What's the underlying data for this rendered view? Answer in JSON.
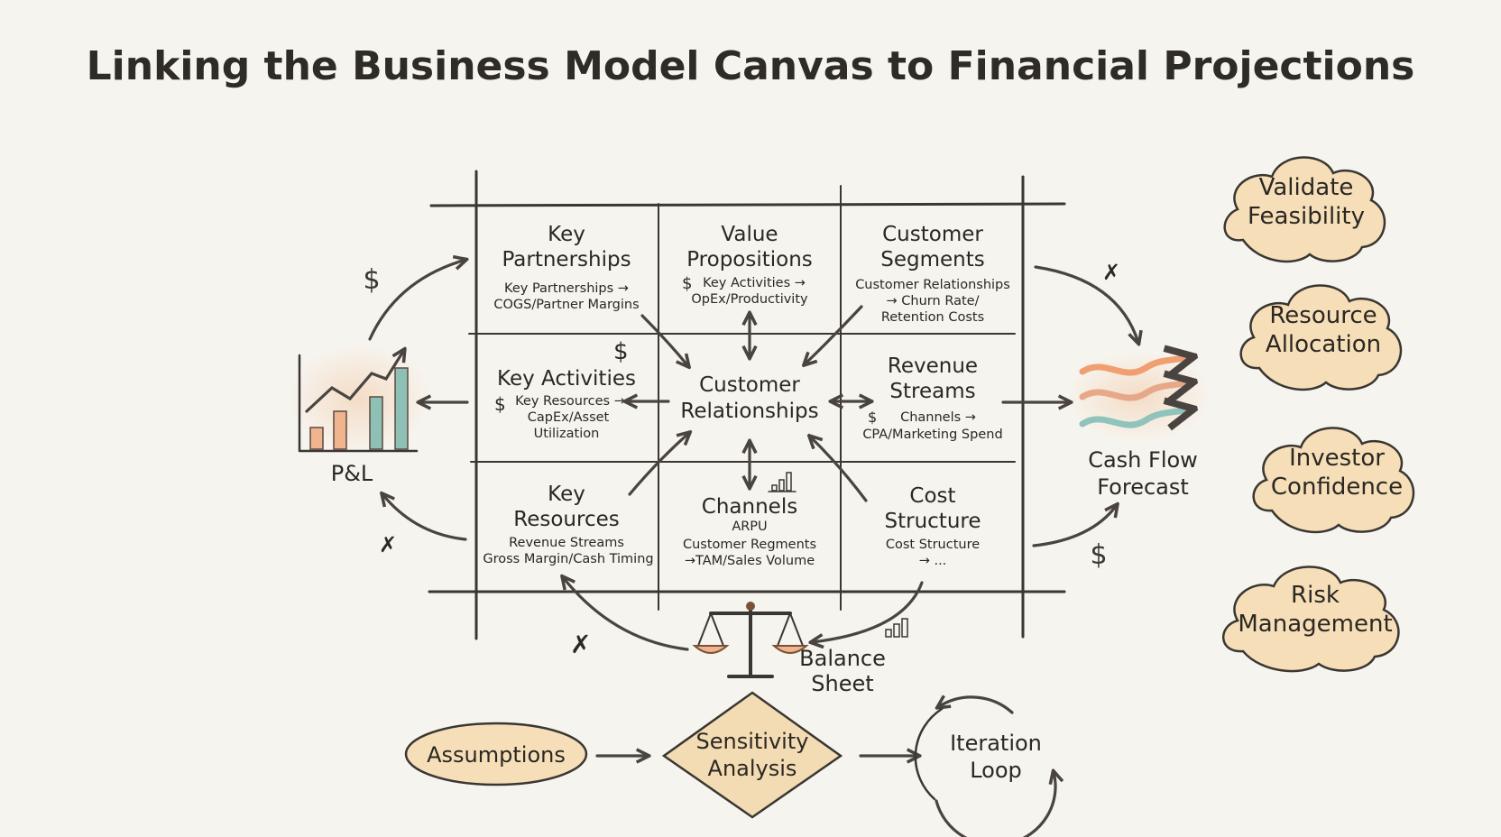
{
  "title": "Linking the Business Model Canvas to Financial Projections",
  "canvas": {
    "key_partnerships": {
      "title_1": "Key",
      "title_2": "Partnerships",
      "sub_1": "Key Partnerships →",
      "sub_2": "COGS/Partner Margins"
    },
    "value_propositions": {
      "title_1": "Value",
      "title_2": "Propositions",
      "sub_1": "Key Activities →",
      "sub_2": "OpEx/Productivity"
    },
    "customer_segments": {
      "title_1": "Customer",
      "title_2": "Segments",
      "sub_1": "Customer Relationships",
      "sub_2": "→ Churn Rate/",
      "sub_3": "Retention Costs"
    },
    "key_activities": {
      "title_1": "Key Activities",
      "sub_1": "Key Resources →",
      "sub_2": "CapEx/Asset",
      "sub_3": "Utilization"
    },
    "customer_relationships": {
      "title_1": "Customer",
      "title_2": "Relationships"
    },
    "revenue_streams": {
      "title_1": "Revenue",
      "title_2": "Streams",
      "sub_1": "Channels →",
      "sub_2": "CPA/Marketing Spend"
    },
    "key_resources": {
      "title_1": "Key",
      "title_2": "Resources",
      "sub_1": "Revenue Streams",
      "sub_2": "Gross Margin/Cash Timing"
    },
    "channels": {
      "title_1": "Channels",
      "sub_0": "ARPU",
      "sub_1": "Customer Regments",
      "sub_2": "→TAM/Sales Volume"
    },
    "cost_structure": {
      "title_1": "Cost",
      "title_2": "Structure",
      "sub_1": "Cost Structure",
      "sub_2": "→ ..."
    }
  },
  "statements": {
    "pl": "P&L",
    "cash_flow_1": "Cash Flow",
    "cash_flow_2": "Forecast",
    "balance_1": "Balance",
    "balance_2": "Sheet"
  },
  "outcomes": [
    {
      "line1": "Validate",
      "line2": "Feasibility"
    },
    {
      "line1": "Resource",
      "line2": "Allocation"
    },
    {
      "line1": "Investor",
      "line2": "Confidence"
    },
    {
      "line1": "Risk",
      "line2": "Management"
    }
  ],
  "flow": {
    "assumptions": "Assumptions",
    "sensitivity_1": "Sensitivity",
    "sensitivity_2": "Analysis",
    "iteration_1": "Iteration",
    "iteration_2": "Loop"
  },
  "symbols": {
    "dollar": "$"
  },
  "colors": {
    "background": "#f6f4ee",
    "bar_peach": "#f0b48e",
    "bar_teal": "#8fc0b6",
    "cloud_fill": "#f6dfb8",
    "diamond_fill": "#f3dcb4",
    "wave_orange": "#f0a070",
    "wave_teal": "#8fc3bb"
  }
}
